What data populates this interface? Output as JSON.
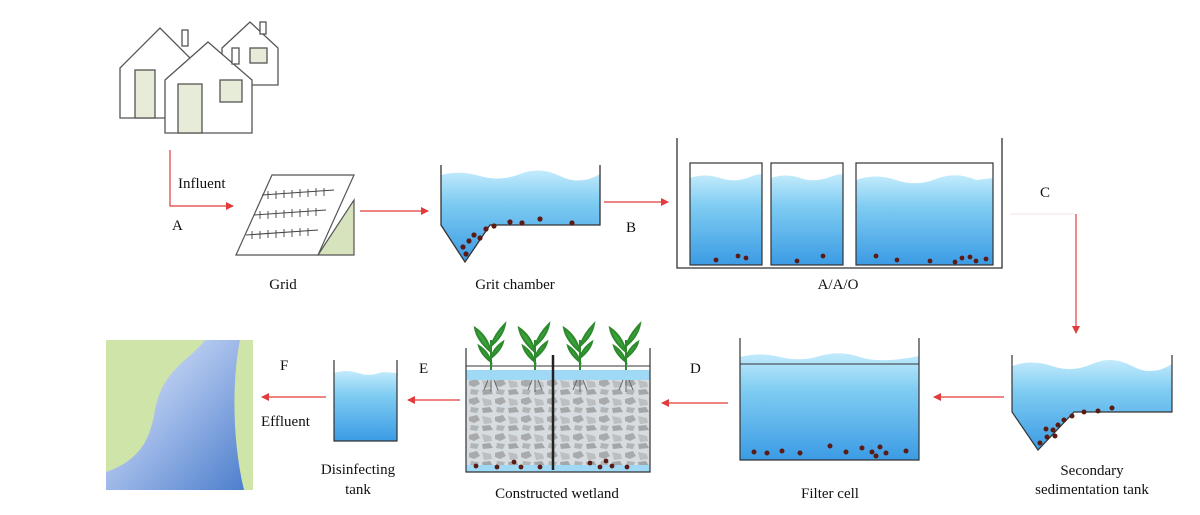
{
  "flow_letters": {
    "a": "A",
    "b": "B",
    "c": "C",
    "d": "D",
    "e": "E",
    "f": "F"
  },
  "inline_labels": {
    "influent": "Influent",
    "effluent": "Effluent"
  },
  "units": {
    "grid": "Grid",
    "grit_chamber": "Grit chamber",
    "aao": "A/A/O",
    "secondary_line1": "Secondary",
    "secondary_line2": "sedimentation tank",
    "filter_cell": "Filter cell",
    "wetland": "Constructed wetland",
    "disinfect_line1": "Disinfecting",
    "disinfect_line2": "tank"
  },
  "colors": {
    "flow_arrow": "#e23b3b",
    "water_top": "#bfe9fb",
    "water_bottom": "#3f9fe6",
    "sludge": "#5a1b14",
    "outline": "#333333",
    "house_fill": "#ffffff",
    "house_window": "#e7ecd8",
    "grid_ramp": "#d6e3bd",
    "plant": "#3aa13a",
    "gravel": "#b9b9b9",
    "receiving_land": "#cfe4a8",
    "receiving_water": "#5d8fd3"
  },
  "icons": [
    "houses-icon",
    "grid-screen-icon",
    "plant-icon",
    "receiving-water-icon"
  ]
}
